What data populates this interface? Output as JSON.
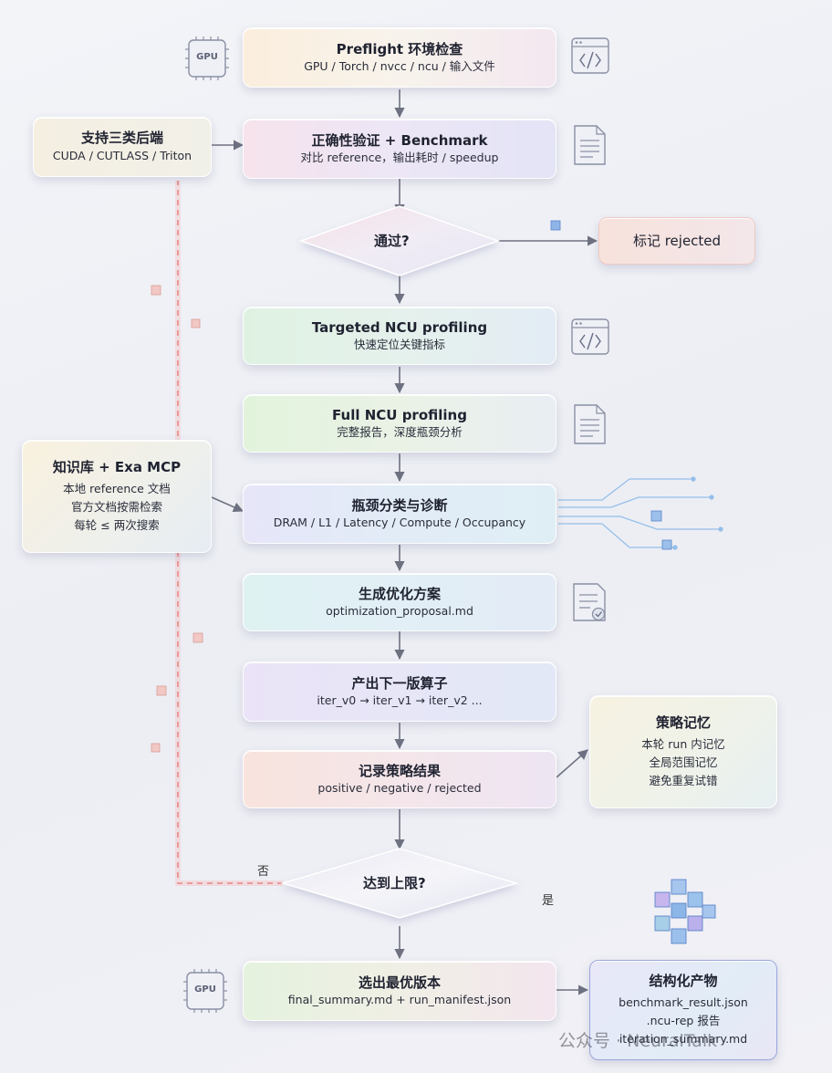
{
  "nodes": {
    "preflight": {
      "title": "Preflight 环境检查",
      "sub": "GPU / Torch / nvcc / ncu / 输入文件"
    },
    "backends": {
      "title": "支持三类后端",
      "sub": "CUDA / CUTLASS / Triton"
    },
    "correctness": {
      "title": "正确性验证 + Benchmark",
      "sub": "对比 reference，输出耗时 / speedup"
    },
    "pass_decision": {
      "title": "通过?"
    },
    "rejected": {
      "title": "标记 rejected"
    },
    "targeted_ncu": {
      "title": "Targeted NCU profiling",
      "sub": "快速定位关键指标"
    },
    "full_ncu": {
      "title": "Full NCU profiling",
      "sub": "完整报告，深度瓶颈分析"
    },
    "knowledge": {
      "title": "知识库 + Exa MCP",
      "lines": [
        "本地 reference 文档",
        "官方文档按需检索",
        "每轮 ≤ 两次搜索"
      ]
    },
    "bottleneck": {
      "title": "瓶颈分类与诊断",
      "sub": "DRAM / L1 / Latency / Compute / Occupancy"
    },
    "proposal": {
      "title": "生成优化方案",
      "sub": "optimization_proposal.md"
    },
    "next_kernel": {
      "title": "产出下一版算子",
      "sub": "iter_v0 → iter_v1 → iter_v2 ..."
    },
    "strategy_memory": {
      "title": "策略记忆",
      "lines": [
        "本轮 run 内记忆",
        "全局范围记忆",
        "避免重复试错"
      ]
    },
    "record": {
      "title": "记录策略结果",
      "sub": "positive / negative / rejected"
    },
    "limit_decision": {
      "title": "达到上限?"
    },
    "select_best": {
      "title": "选出最优版本",
      "sub": "final_summary.md + run_manifest.json"
    },
    "artifacts": {
      "title": "结构化产物",
      "lines": [
        "benchmark_result.json",
        ".ncu-rep 报告",
        "iteration_summary.md"
      ]
    }
  },
  "edge_labels": {
    "no": "否",
    "yes": "是"
  },
  "icons": {
    "gpu_chip": "GPU",
    "top_left": "gpu-chip-icon",
    "top_right": "code-window-icon",
    "correctness_right": "document-icon",
    "targeted_right": "code-window-icon",
    "full_right": "document-icon",
    "proposal_right": "checklist-icon",
    "final_left": "gpu-chip-icon",
    "artifacts_top": "cube-cluster-icon"
  },
  "watermark": "公众号 · NeuralTalk",
  "colors": {
    "arrow": "#6e7180",
    "loop_dashed": "#e57f7f",
    "circuit": "#7fb3e6",
    "artifact_border": "#9aa6dc"
  }
}
